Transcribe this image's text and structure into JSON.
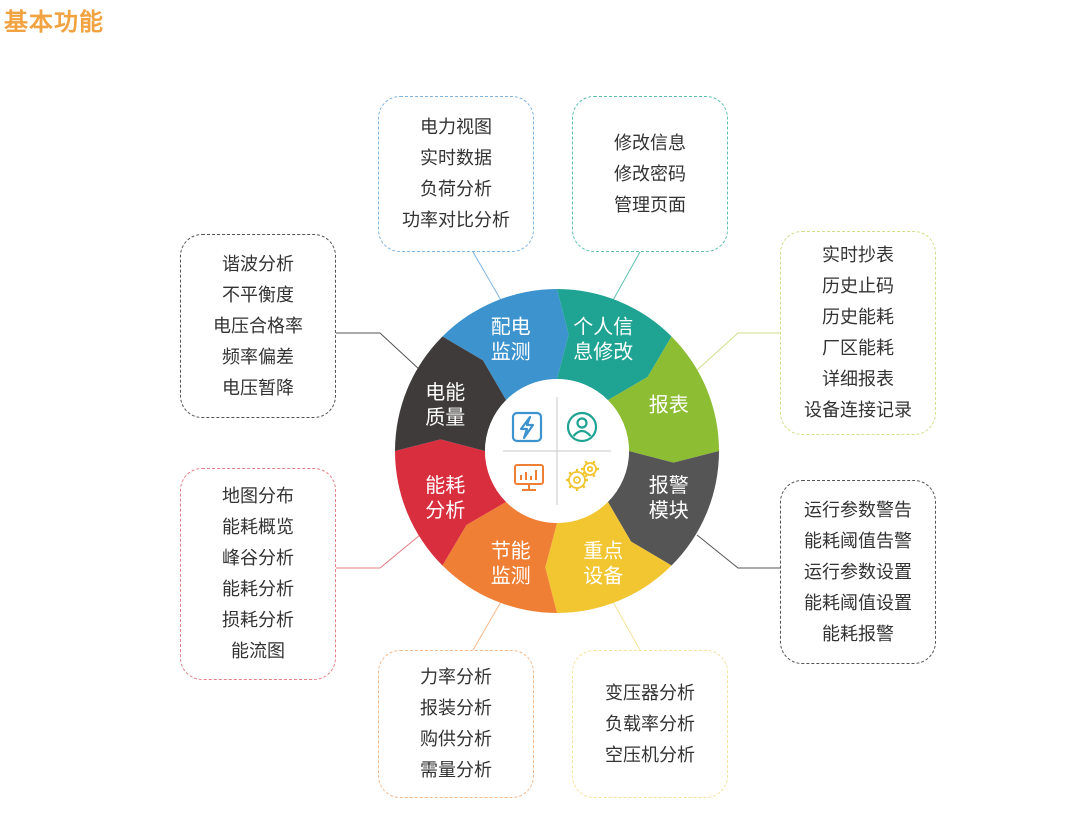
{
  "page_title": "基本功能",
  "segments": [
    {
      "id": "power-monitor",
      "label": [
        "配电",
        "监测"
      ],
      "color": "#3d93cd"
    },
    {
      "id": "personal-info",
      "label": [
        "个人信",
        "息修改"
      ],
      "color": "#1fa393"
    },
    {
      "id": "report",
      "label": [
        "报表"
      ],
      "color": "#8dbd33"
    },
    {
      "id": "alarm",
      "label": [
        "报警",
        "模块"
      ],
      "color": "#565555"
    },
    {
      "id": "key-equipment",
      "label": [
        "重点",
        "设备"
      ],
      "color": "#f2c631"
    },
    {
      "id": "energy-saving",
      "label": [
        "节能",
        "监测"
      ],
      "color": "#f07f36"
    },
    {
      "id": "energy-analysis",
      "label": [
        "能耗",
        "分析"
      ],
      "color": "#d92e3e"
    },
    {
      "id": "power-quality",
      "label": [
        "电能",
        "质量"
      ],
      "color": "#3e3b3a"
    }
  ],
  "center_icons": [
    {
      "name": "lightning-icon",
      "color": "#3d93cd"
    },
    {
      "name": "user-icon",
      "color": "#1fa393"
    },
    {
      "name": "chart-monitor-icon",
      "color": "#f07f36"
    },
    {
      "name": "gears-icon",
      "color": "#f2c631"
    }
  ],
  "boxes": {
    "power_monitor": {
      "border": "#7fb4e0",
      "line": "#7fb4e0",
      "items": [
        "电力视图",
        "实时数据",
        "负荷分析",
        "功率对比分析"
      ]
    },
    "personal_info": {
      "border": "#5cbfb2",
      "line": "#5cbfb2",
      "items": [
        "修改信息",
        "修改密码",
        "管理页面"
      ]
    },
    "report": {
      "border": "#cde08a",
      "line": "#cde08a",
      "items": [
        "实时抄表",
        "历史止码",
        "历史能耗",
        "厂区能耗",
        "详细报表",
        "设备连接记录"
      ]
    },
    "alarm": {
      "border": "#555555",
      "line": "#555555",
      "items": [
        "运行参数警告",
        "能耗阈值告警",
        "运行参数设置",
        "能耗阈值设置",
        "能耗报警"
      ]
    },
    "key_equipment": {
      "border": "#f5e39a",
      "line": "#f5e39a",
      "items": [
        "变压器分析",
        "负载率分析",
        "空压机分析"
      ]
    },
    "energy_saving": {
      "border": "#f5b98b",
      "line": "#f5b98b",
      "items": [
        "力率分析",
        "报装分析",
        "购供分析",
        "需量分析"
      ]
    },
    "energy_analysis": {
      "border": "#e57f86",
      "line": "#e57f86",
      "items": [
        "地图分布",
        "能耗概览",
        "峰谷分析",
        "能耗分析",
        "损耗分析",
        "能流图"
      ]
    },
    "power_quality": {
      "border": "#555555",
      "line": "#555555",
      "items": [
        "谐波分析",
        "不平衡度",
        "电压合格率",
        "频率偏差",
        "电压暂降"
      ]
    }
  }
}
